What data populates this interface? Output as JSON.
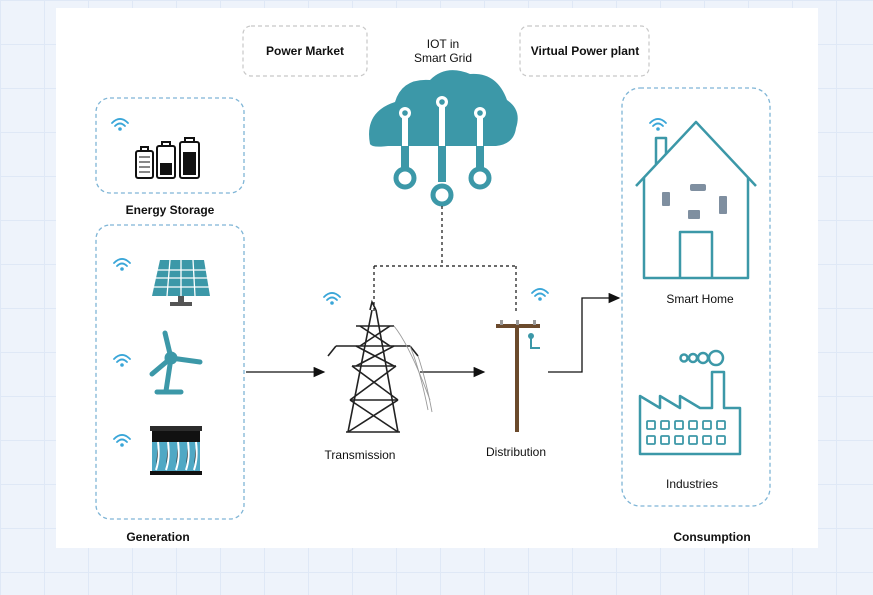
{
  "labels": {
    "power_market": "Power Market",
    "iot": [
      "IOT in",
      "Smart Grid"
    ],
    "virtual_power_plant": "Virtual Power plant",
    "energy_storage": "Energy Storage",
    "generation": "Generation",
    "transmission": "Transmission",
    "distribution": "Distribution",
    "smart_home": "Smart Home",
    "industries": "Industries",
    "consumption": "Consumption"
  },
  "colors": {
    "accent": "#3c98a8",
    "wifi": "#3aa6d8",
    "dashed_border": "#7fb5d6",
    "grey_dashed": "#c8c8c8",
    "line": "#111111"
  }
}
